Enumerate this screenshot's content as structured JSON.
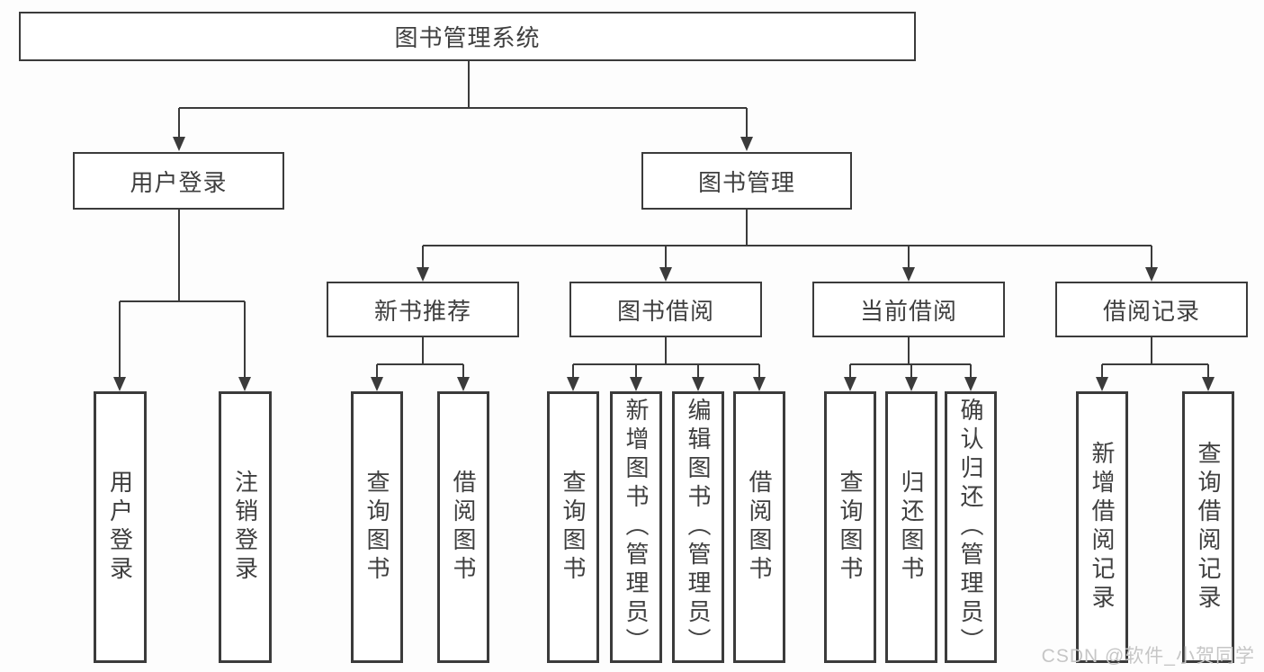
{
  "diagram": {
    "root": {
      "label": "图书管理系统"
    },
    "branches": {
      "user_login": {
        "label": "用户登录",
        "children": [
          {
            "label": "用户登录"
          },
          {
            "label": "注销登录"
          }
        ]
      },
      "book_management": {
        "label": "图书管理",
        "children": [
          {
            "label": "新书推荐",
            "children": [
              {
                "label": "查询图书"
              },
              {
                "label": "借阅图书"
              }
            ]
          },
          {
            "label": "图书借阅",
            "children": [
              {
                "label": "查询图书"
              },
              {
                "label": "新增图书（管理员）"
              },
              {
                "label": "编辑图书（管理员）"
              },
              {
                "label": "借阅图书"
              }
            ]
          },
          {
            "label": "当前借阅",
            "children": [
              {
                "label": "查询图书"
              },
              {
                "label": "归还图书"
              },
              {
                "label": "确认归还（管理员）"
              }
            ]
          },
          {
            "label": "借阅记录",
            "children": [
              {
                "label": "新增借阅记录"
              },
              {
                "label": "查询借阅记录"
              }
            ]
          }
        ]
      }
    },
    "watermark": "CSDN @软件_小贺同学",
    "colors": {
      "line": "#3b3b3b",
      "text": "#3f3f3f",
      "watermark": "#c6c6c6",
      "background": "#ffffff"
    }
  }
}
